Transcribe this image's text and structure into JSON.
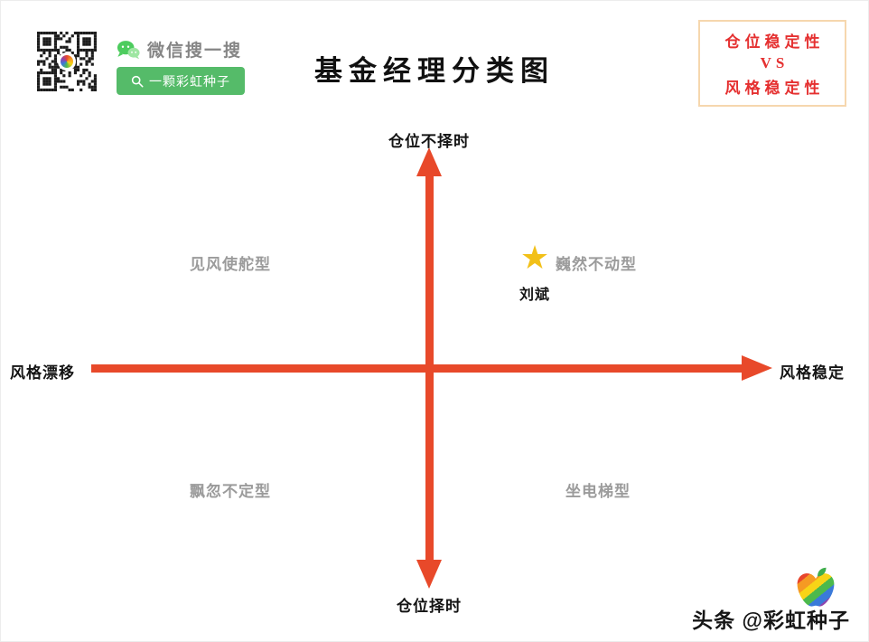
{
  "header": {
    "wechat_search_label": "微信搜一搜",
    "search_pill_label": "一颗彩虹种子",
    "title": "基金经理分类图",
    "legend_box": {
      "line1": "仓位稳定性",
      "line2": "VS",
      "line3": "风格稳定性"
    }
  },
  "diagram": {
    "axis": {
      "top": "仓位不择时",
      "bottom": "仓位择时",
      "left": "风格漂移",
      "right": "风格稳定"
    },
    "quadrants": {
      "top_left": "见风使舵型",
      "top_right": "巍然不动型",
      "bottom_left": "飘忽不定型",
      "bottom_right": "坐电梯型"
    },
    "marker": {
      "icon": "★",
      "name": "刘斌"
    }
  },
  "footer": {
    "credit": "头条 @彩虹种子"
  },
  "colors": {
    "arrow": "#e8492a",
    "quadrant_label": "#9b9b9b",
    "accent_red": "#e53030",
    "wechat_green": "#55bb69",
    "star_gold": "#f2c018"
  }
}
